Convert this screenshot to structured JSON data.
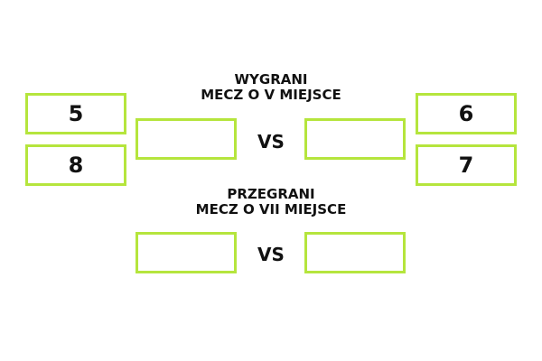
{
  "winners_match": {
    "heading_line1": "WYGRANI",
    "heading_line2": "MECZ O V MIEJSCE",
    "left_seeds": [
      "5",
      "8"
    ],
    "right_seeds": [
      "6",
      "7"
    ],
    "left_slot": "",
    "right_slot": "",
    "vs_label": "VS"
  },
  "losers_match": {
    "heading_line1": "PRZEGRANI",
    "heading_line2": "MECZ O VII MIEJSCE",
    "left_slot": "",
    "right_slot": "",
    "vs_label": "VS"
  },
  "colors": {
    "box_border": "#b5e53d",
    "text": "#111111",
    "background": "#ffffff"
  }
}
